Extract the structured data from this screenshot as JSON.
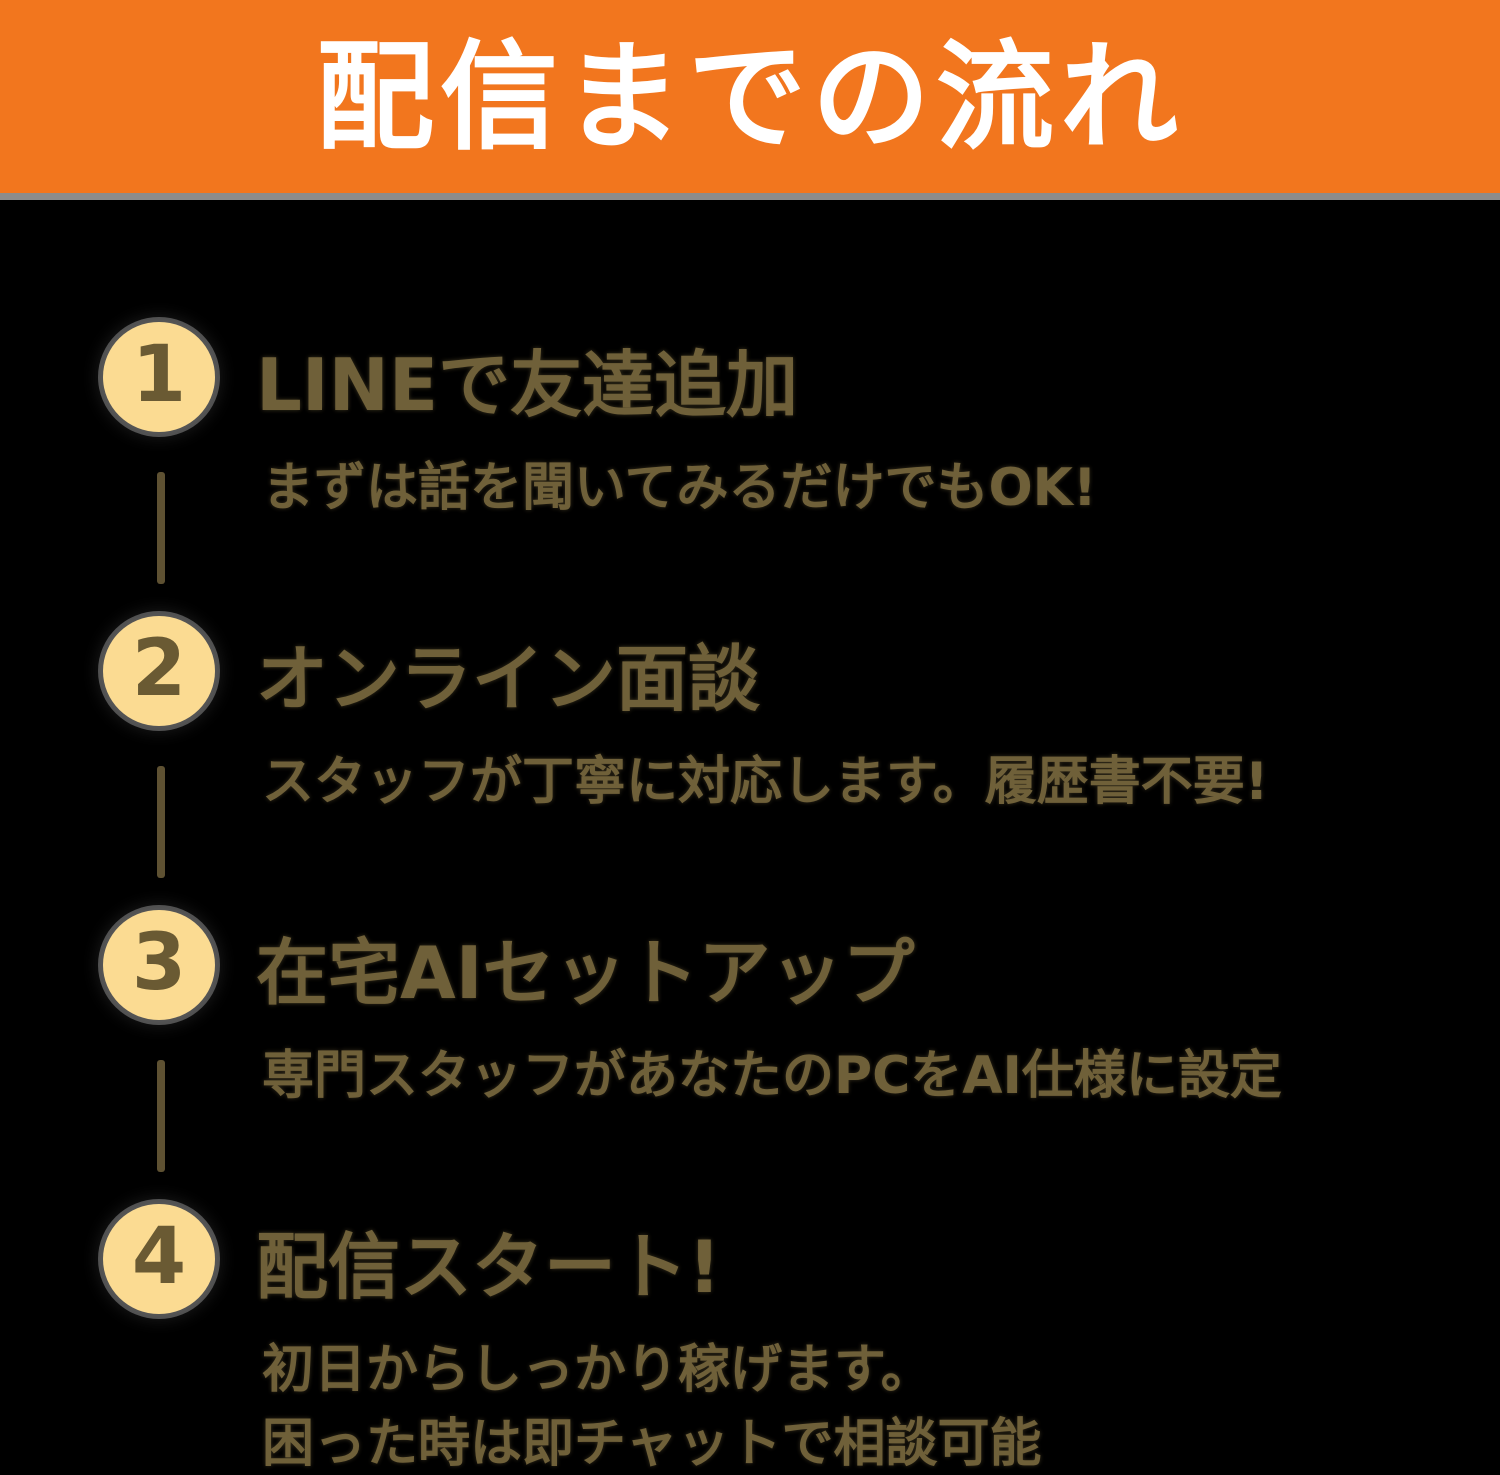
{
  "header": {
    "title": "配信までの流れ",
    "bg_color": "#F2761E",
    "text_color": "#FFFFFF",
    "divider_color": "#8C8C8C"
  },
  "body": {
    "bg_color": "#000000",
    "circle_fill_color": "#FBDB92",
    "number_color": "#6A5A33",
    "text_color": "#6F6039",
    "connector_color": "#5E5132"
  },
  "steps": [
    {
      "number": "1",
      "title": "LINEで友達追加",
      "description_lines": [
        "まずは話を聞いてみるだけでもOK!"
      ]
    },
    {
      "number": "2",
      "title": "オンライン面談",
      "description_lines": [
        "スタッフが丁寧に対応します。履歴書不要!"
      ]
    },
    {
      "number": "3",
      "title": "在宅AIセットアップ",
      "description_lines": [
        "専門スタッフがあなたのPCをAI仕様に設定"
      ]
    },
    {
      "number": "4",
      "title": "配信スタート!",
      "description_lines": [
        "初日からしっかり稼げます。",
        "困った時は即チャットで相談可能"
      ]
    }
  ]
}
